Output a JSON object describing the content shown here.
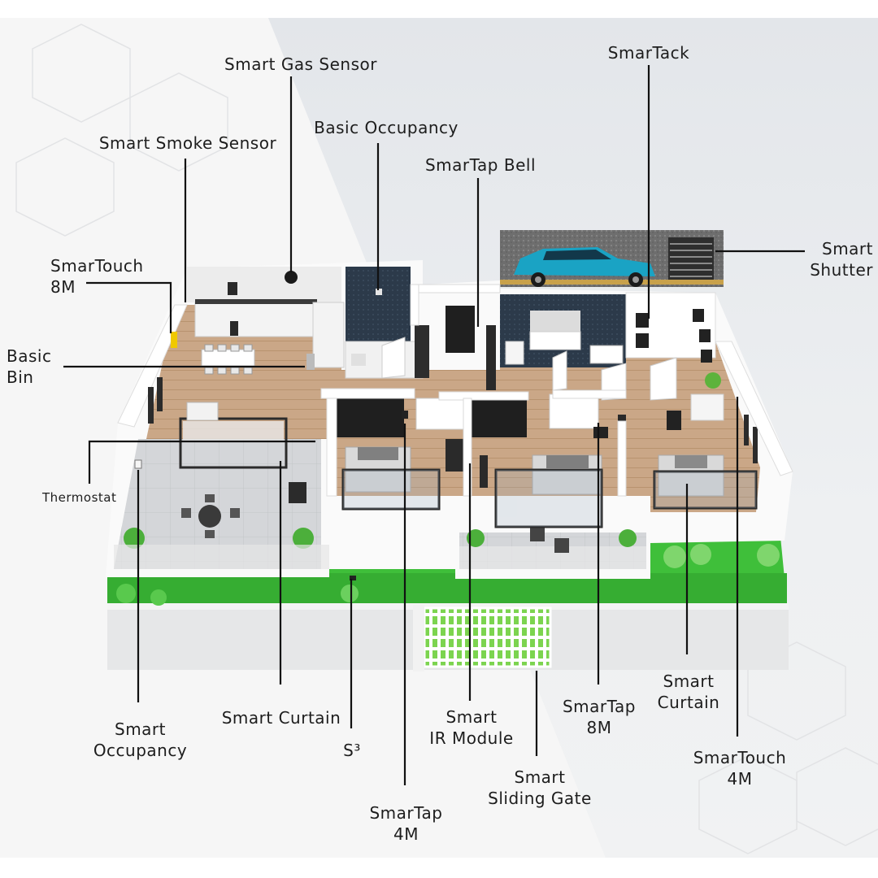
{
  "labels": {
    "smart_gas_sensor": "Smart Gas Sensor",
    "smartack": "SmarTack",
    "basic_occupancy": "Basic Occupancy",
    "smart_smoke_sensor": "Smart Smoke Sensor",
    "smartap_bell": "SmarTap Bell",
    "smart_shutter": "Smart\nShutter",
    "smartouch_8m": "SmarTouch\n8M",
    "basic_bin": "Basic\nBin",
    "thermostat": "Thermostat",
    "smart_curtain_left": "Smart Curtain",
    "smart_occupancy": "Smart\nOccupancy",
    "s3": "S³",
    "smart_ir_module": "Smart\nIR Module",
    "smartap_4m": "SmarTap\n4M",
    "smart_sliding_gate": "Smart\nSliding Gate",
    "smartap_8m": "SmarTap\n8M",
    "smart_curtain_right": "Smart\nCurtain",
    "smartouch_4m": "SmarTouch\n4M"
  },
  "colors": {
    "line": "#111111",
    "lawn": "#3fbf3a",
    "floor_wood": "#c9a98a",
    "car": "#1aa3c4",
    "glass": "#2a3542",
    "wall": "#ffffff",
    "patio": "#d7d9db"
  }
}
